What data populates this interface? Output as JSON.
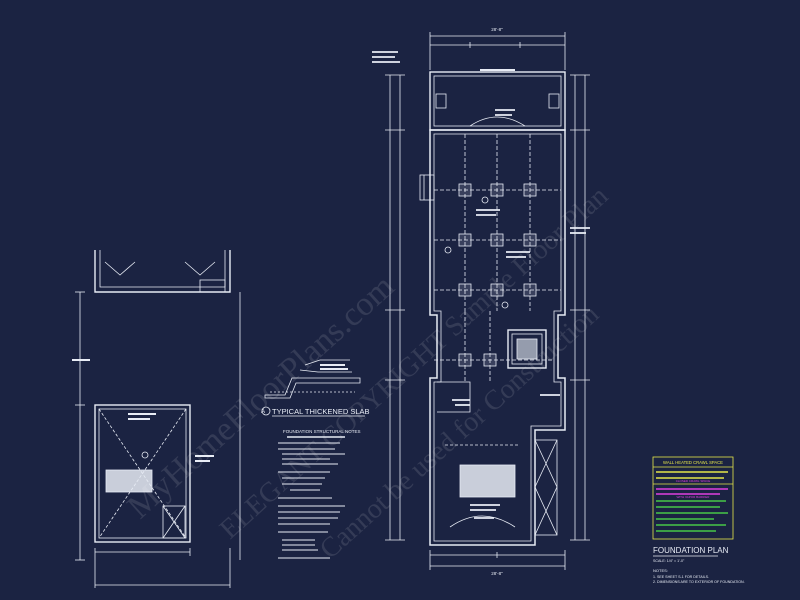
{
  "colors": {
    "background": "#1b2342",
    "linework": "#e8ecf5",
    "legend_yellow": "#e6e64a",
    "legend_magenta": "#e040e0",
    "legend_green": "#48c848"
  },
  "watermark": {
    "line1": "MyHomeFloorPlans.com",
    "line2": "ELEGANT COPYRIGHT Sample Floor Plan",
    "line3": "Cannot be used for Construction"
  },
  "details": {
    "thickened_slab_title": "TYPICAL THICKENED SLAB",
    "thickened_slab_number": "A",
    "foundation_notes_title": "FOUNDATION STRUCTURAL NOTES"
  },
  "plan": {
    "title": "FOUNDATION PLAN",
    "scale": "SCALE: 1/4\" = 1'-0\"",
    "notes_heading": "NOTES:",
    "notes": [
      "1. SEE SHEET S-1 FOR DETAILS.",
      "2. DIMENSIONS ARE TO EXTERIOR OF FOUNDATION."
    ],
    "top_dim": "28'-8\"",
    "bottom_dim": "28'-8\""
  },
  "legend": {
    "header": "WALL HEATED CRAWL SPACE",
    "magenta_title": "CLOSED CRAWL SPACE",
    "magenta_sub": "WITH VAPOR BARRIER"
  }
}
